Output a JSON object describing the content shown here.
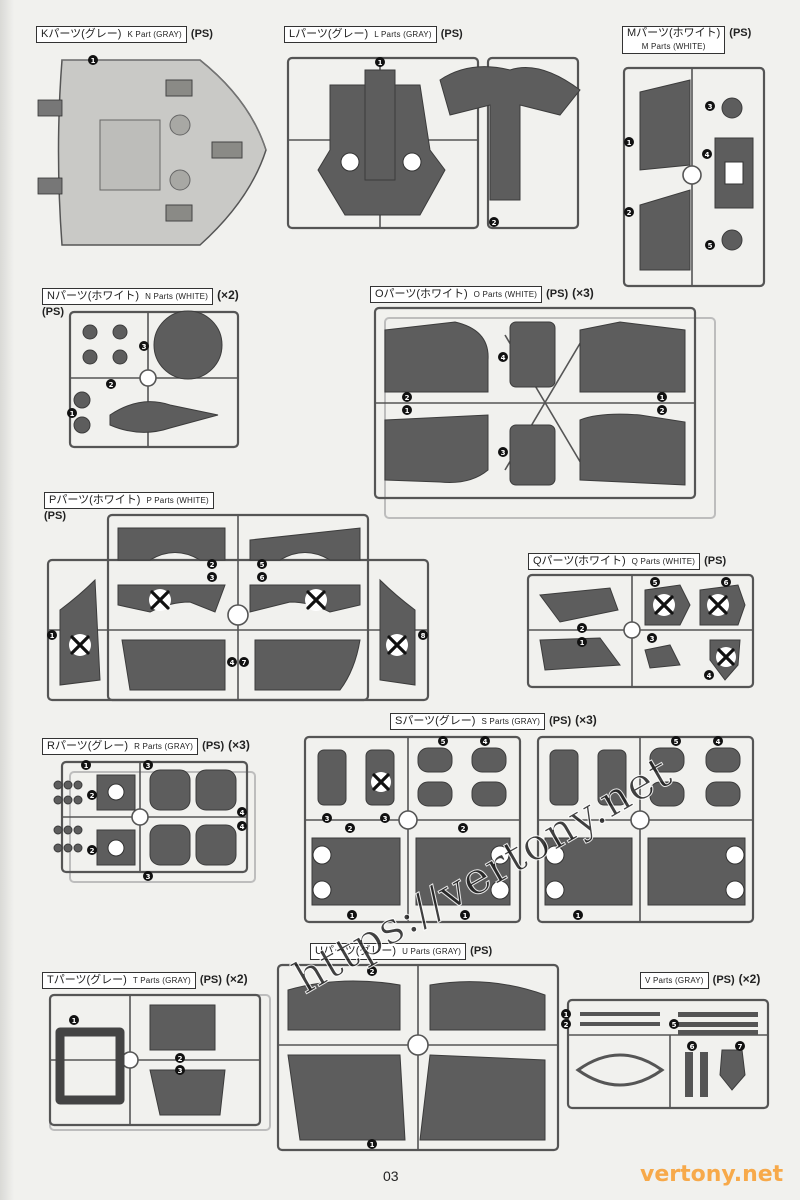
{
  "page_number": "03",
  "watermark_main": "https://vertony.net",
  "watermark_corner": "vertony.net",
  "sections": {
    "K": {
      "jp": "Kパーツ(グレー)",
      "en": "K Part (GRAY)",
      "ps": "(PS)",
      "mult": ""
    },
    "L": {
      "jp": "Lパーツ(グレー)",
      "en": "L Parts (GRAY)",
      "ps": "(PS)",
      "mult": ""
    },
    "M": {
      "jp": "Mパーツ(ホワイト)",
      "en": "M Parts (WHITE)",
      "ps": "(PS)",
      "mult": ""
    },
    "N": {
      "jp": "Nパーツ(ホワイト)",
      "en": "N Parts (WHITE)",
      "ps": "(PS)",
      "mult": "(×2)"
    },
    "O": {
      "jp": "Oパーツ(ホワイト)",
      "en": "O Parts (WHITE)",
      "ps": "(PS)",
      "mult": "(×3)"
    },
    "P": {
      "jp": "Pパーツ(ホワイト)",
      "en": "P Parts (WHITE)",
      "ps": "(PS)",
      "mult": ""
    },
    "Q": {
      "jp": "Qパーツ(ホワイト)",
      "en": "Q Parts (WHITE)",
      "ps": "(PS)",
      "mult": ""
    },
    "R": {
      "jp": "Rパーツ(グレー)",
      "en": "R Parts (GRAY)",
      "ps": "(PS)",
      "mult": "(×3)"
    },
    "S": {
      "jp": "Sパーツ(グレー)",
      "en": "S Parts (GRAY)",
      "ps": "(PS)",
      "mult": "(×3)"
    },
    "T": {
      "jp": "Tパーツ(グレー)",
      "en": "T Parts (GRAY)",
      "ps": "(PS)",
      "mult": "(×2)"
    },
    "U": {
      "jp": "Uパーツ(グレー)",
      "en": "U Parts (GRAY)",
      "ps": "(PS)",
      "mult": ""
    },
    "V": {
      "jp": "",
      "en": "V Parts (GRAY)",
      "ps": "(PS)",
      "mult": "(×2)"
    }
  },
  "part_numbers": [
    "1",
    "2",
    "3",
    "4",
    "5",
    "6",
    "7",
    "8"
  ],
  "colors": {
    "part_gray": "#5d5d5d",
    "frame": "#555555",
    "background": "#f1f1ee",
    "watermark_corner": "#f7a94a"
  }
}
